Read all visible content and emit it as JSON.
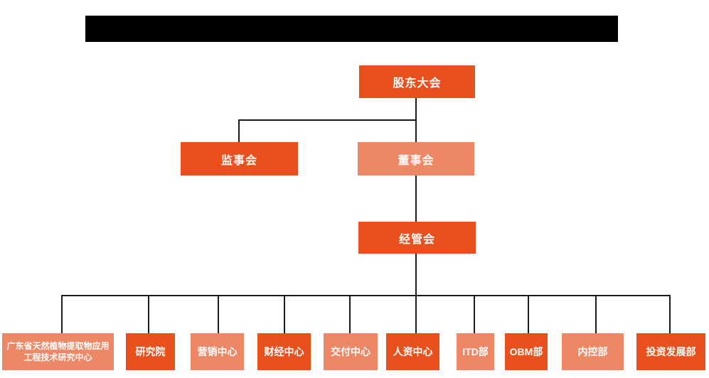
{
  "colors": {
    "primary": "#E8511D",
    "secondary": "#ED8766",
    "line": "#1A1A1A",
    "background": "#FFFFFF",
    "redaction": "#000000"
  },
  "org_chart": {
    "title_redacted": true,
    "level1": {
      "label": "股东大会"
    },
    "level2": [
      {
        "label": "监事会",
        "variant": "primary"
      },
      {
        "label": "董事会",
        "variant": "secondary"
      }
    ],
    "level3": {
      "label": "经管会"
    },
    "departments": [
      {
        "label": "广东省天然植物提取物应用工程技术研究中心",
        "variant": "secondary"
      },
      {
        "label": "研究院",
        "variant": "primary"
      },
      {
        "label": "营销中心",
        "variant": "secondary"
      },
      {
        "label": "财经中心",
        "variant": "primary"
      },
      {
        "label": "交付中心",
        "variant": "secondary"
      },
      {
        "label": "人资中心",
        "variant": "primary"
      },
      {
        "label": "ITD部",
        "variant": "secondary"
      },
      {
        "label": "OBM部",
        "variant": "primary"
      },
      {
        "label": "内控部",
        "variant": "secondary"
      },
      {
        "label": "投资发展部",
        "variant": "primary"
      }
    ]
  }
}
